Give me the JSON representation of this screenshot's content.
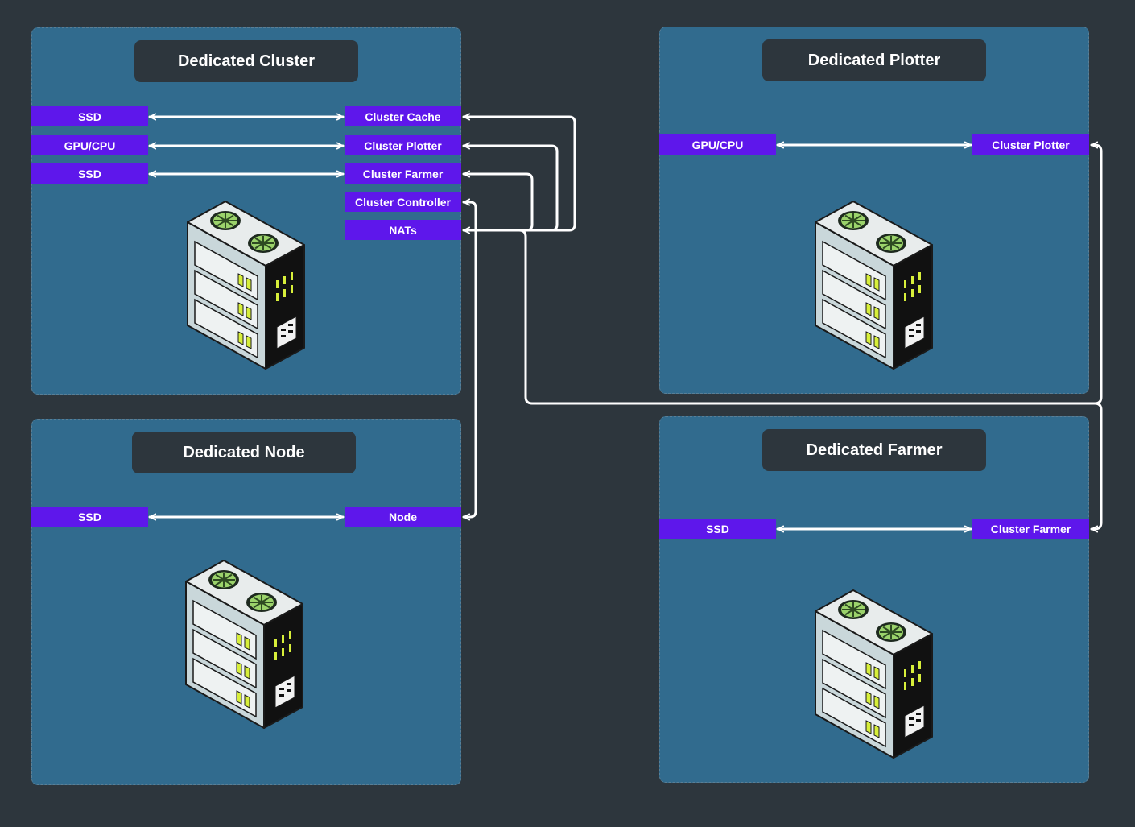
{
  "panels": {
    "cluster": {
      "title": "Dedicated Cluster"
    },
    "plotter": {
      "title": "Dedicated Plotter"
    },
    "node": {
      "title": "Dedicated Node"
    },
    "farmer": {
      "title": "Dedicated Farmer"
    }
  },
  "cluster": {
    "left": [
      "SSD",
      "GPU/CPU",
      "SSD"
    ],
    "right": [
      "Cluster Cache",
      "Cluster Plotter",
      "Cluster Farmer",
      "Cluster Controller",
      "NATs"
    ]
  },
  "plotter": {
    "left": "GPU/CPU",
    "right": "Cluster Plotter"
  },
  "node": {
    "left": "SSD",
    "right": "Node"
  },
  "farmer": {
    "left": "SSD",
    "right": "Cluster Farmer"
  },
  "colors": {
    "background": "#2d363d",
    "panel": "#316b8e",
    "tag": "#5e17eb",
    "connector": "#ffffff"
  }
}
